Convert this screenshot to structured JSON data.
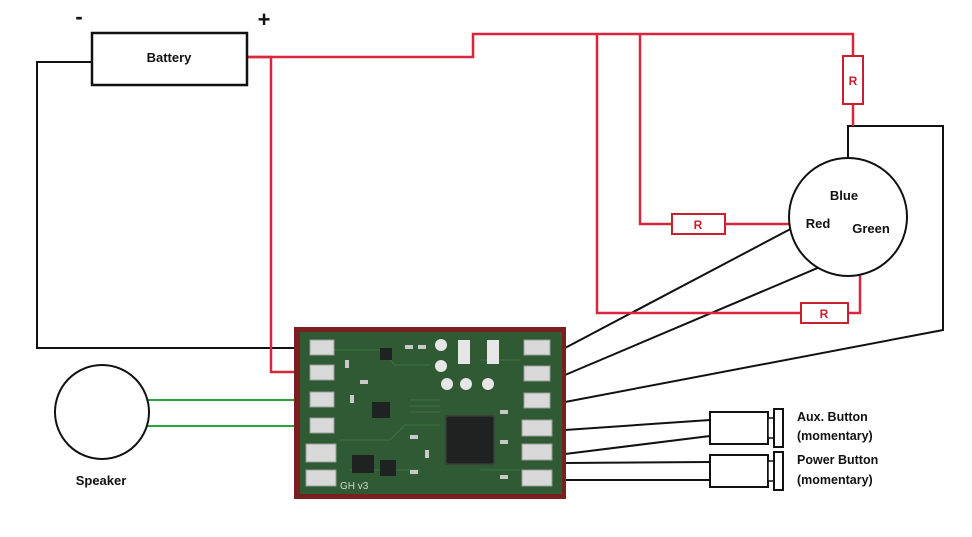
{
  "battery": {
    "label": "Battery",
    "minus": "-",
    "plus": "+"
  },
  "speaker": {
    "label": "Speaker"
  },
  "led": {
    "blue": "Blue",
    "red": "Red",
    "green": "Green"
  },
  "resistors": {
    "top": "R",
    "middle": "R",
    "bottom": "R"
  },
  "buttons": {
    "aux_line1": "Aux. Button",
    "aux_line2": "(momentary)",
    "power_line1": "Power Button",
    "power_line2": "(momentary)"
  },
  "board": {
    "silkscreen": "GH v3"
  },
  "colors": {
    "red_wire": "#d7263d",
    "black_wire": "#111111",
    "green_wire": "#2aa33b",
    "pcb_green": "#2f5a33",
    "pcb_border": "#7a1f1f"
  }
}
